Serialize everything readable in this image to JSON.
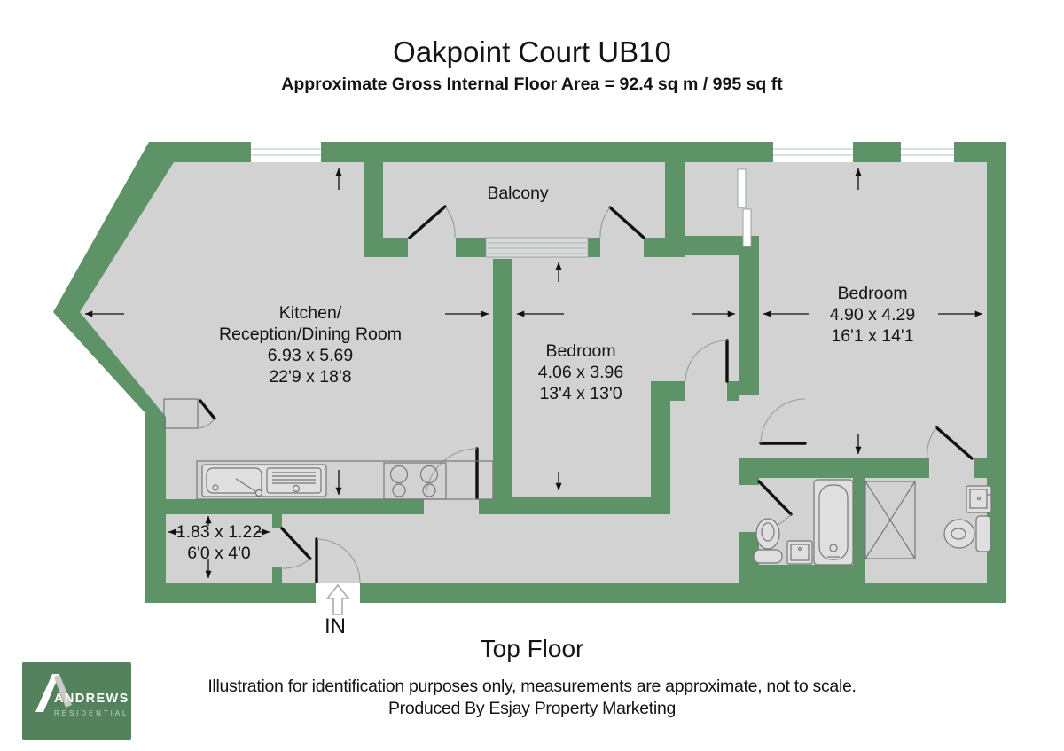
{
  "header": {
    "title": "Oakpoint Court UB10",
    "subtitle": "Approximate Gross Internal Floor Area = 92.4 sq m / 995 sq ft"
  },
  "footer": {
    "floor_label": "Top Floor",
    "disclaimer_line1": "Illustration for identification purposes only, measurements are approximate, not to scale.",
    "disclaimer_line2": "Produced By Esjay Property Marketing"
  },
  "entrance_label": "IN",
  "rooms": {
    "balcony": {
      "name": "Balcony"
    },
    "kitchen": {
      "name_line1": "Kitchen/",
      "name_line2": "Reception/Dining Room",
      "dim_metric": "6.93 x 5.69",
      "dim_imperial": "22'9 x 18'8"
    },
    "bedroom_middle": {
      "name": "Bedroom",
      "dim_metric": "4.06 x 3.96",
      "dim_imperial": "13'4 x 13'0"
    },
    "bedroom_right": {
      "name": "Bedroom",
      "dim_metric": "4.90 x 4.29",
      "dim_imperial": "16'1 x 14'1"
    },
    "store": {
      "dim_metric": "1.83 x 1.22",
      "dim_imperial": "6'0 x 4'0"
    }
  },
  "logo": {
    "brand": "ANDREWS",
    "division": "RESIDENTIAL"
  },
  "colors": {
    "wall": "#5e9267",
    "floor": "#d2d2d2",
    "logo_bg": "#54825c"
  }
}
